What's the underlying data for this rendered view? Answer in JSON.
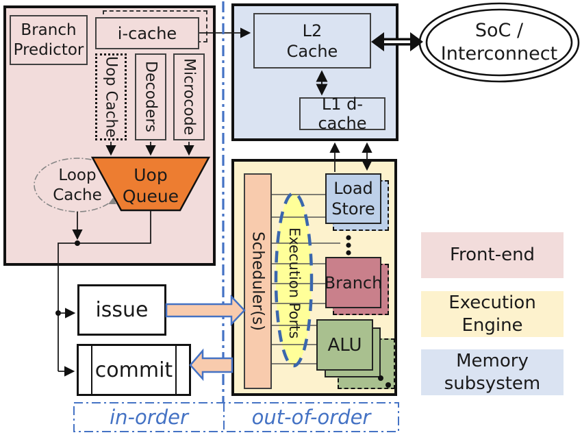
{
  "frontend": {
    "branch_predictor": "Branch\nPredictor",
    "icache": "i-cache",
    "uop_cache": "Uop Cache",
    "decoders": "Decoders",
    "microcode": "Microcode",
    "loop_cache": "Loop\nCache",
    "uop_queue": "Uop\nQueue"
  },
  "pipeline": {
    "issue": "issue",
    "commit": "commit"
  },
  "memory": {
    "l2_cache": "L2\nCache",
    "l1_dcache": "L1 d-cache"
  },
  "soc": {
    "label": "SoC /\nInterconnect"
  },
  "execution": {
    "scheduler": "Scheduler(s)",
    "execution_ports": "Execution Ports",
    "load_store": "Load\nStore",
    "branch": "Branch",
    "alu": "ALU"
  },
  "legend": {
    "items": [
      {
        "label": "Front-end",
        "color": "#f2dcdb"
      },
      {
        "label": "Execution\nEngine",
        "color": "#fdf2cd"
      },
      {
        "label": "Memory\nsubsystem",
        "color": "#dae3f2"
      }
    ]
  },
  "footer": {
    "in_order": "in-order",
    "out_of_order": "out-of-order"
  },
  "colors": {
    "frontend_pink": "#f2dcdb",
    "execution_yellow": "#fdf2cd",
    "memory_blue": "#dae3f2",
    "uop_queue_orange": "#ed7d31",
    "scheduler_peach": "#f8cbad",
    "ports_yellow": "#ffff99",
    "load_store_blue": "#bdd0e9",
    "branch_red": "#c9808b",
    "alu_green": "#a9c08f",
    "accent_blue": "#4472c4",
    "big_arrow_fill": "#f8cbad"
  }
}
